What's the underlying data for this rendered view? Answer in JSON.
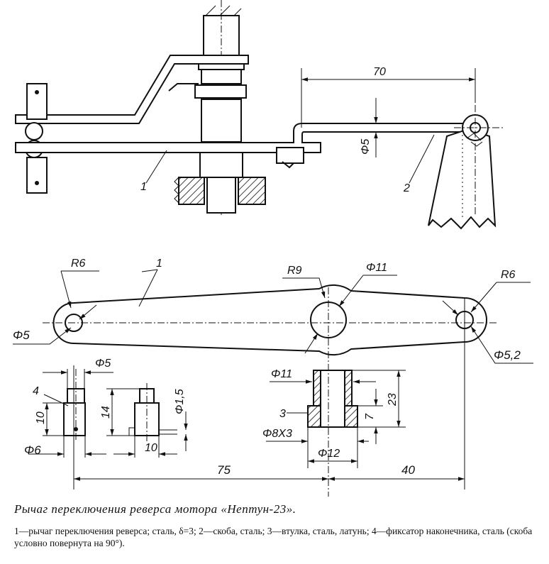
{
  "top_view": {
    "dim_70": "70",
    "dim_d5": "Φ5",
    "part_1": "1",
    "part_2": "2"
  },
  "lever": {
    "part_1": "1",
    "r6_left": "R6",
    "r9": "R9",
    "d11": "Φ11",
    "r6_right": "R6",
    "d5_left": "Φ5",
    "d52_right": "Φ5,2"
  },
  "retainer": {
    "part_4": "4",
    "d5": "Φ5",
    "h10": "10",
    "h14": "14",
    "d15": "Φ1,5",
    "d6": "Φ6",
    "w10": "10"
  },
  "bushing": {
    "part_3": "3",
    "d11": "Φ11",
    "d8x3": "Φ8X3",
    "d12": "Φ12",
    "h23": "23",
    "h7": "7"
  },
  "bottom_dims": {
    "d75": "75",
    "d40": "40"
  },
  "caption": {
    "title": "Рычаг переключения реверса мотора «Нептун-23».",
    "text": "1—рычаг переключения реверса; сталь, δ=3; 2—скоба, сталь; 3—втулка, сталь, латунь; 4—фиксатор наконечника, сталь (скоба условно повернута на 90°)."
  }
}
